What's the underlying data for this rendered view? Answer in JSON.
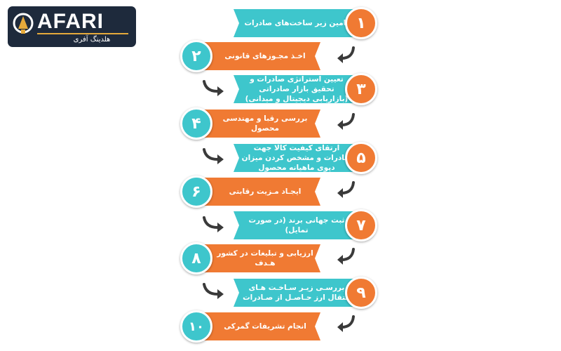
{
  "logo": {
    "name": "AFARI",
    "subtitle": "هلدینگ آفری",
    "colors": {
      "background": "#1e2a3c",
      "accent": "#e5a93b"
    }
  },
  "colors": {
    "teal": "#3ec6cc",
    "orange": "#f07a33"
  },
  "steps": [
    {
      "number": "۱",
      "label": "تامین زیر ساخت‌های صادرات"
    },
    {
      "number": "۲",
      "label": "اخـذ مجـوزهای قانونی"
    },
    {
      "number": "۳",
      "label": "تعیین استراتژی صادرات و تحقیق بازار صادراتی (بازاریابی دیجیتال و میدانی)"
    },
    {
      "number": "۴",
      "label": "بررسی رقبا و مهندسی محصول"
    },
    {
      "number": "۵",
      "label": "ارتقای کیفیت کالا جهت صادرات و مشخص کردن میزان دپوی ماهیانه محصول"
    },
    {
      "number": "۶",
      "label": "ایجـاد مـزیت رقابتی"
    },
    {
      "number": "۷",
      "label": "ثبت جهانی برند (در صورت تمایل)"
    },
    {
      "number": "۸",
      "label": "ارزیابی و تبلیغات در کشور هـدف"
    },
    {
      "number": "۹",
      "label": "بررسـی زیـر سـاخـت هـای انتقال ارز حـاصـل از صـادرات"
    },
    {
      "number": "۱۰",
      "label": "انجام تشریفات گمرکی"
    }
  ]
}
